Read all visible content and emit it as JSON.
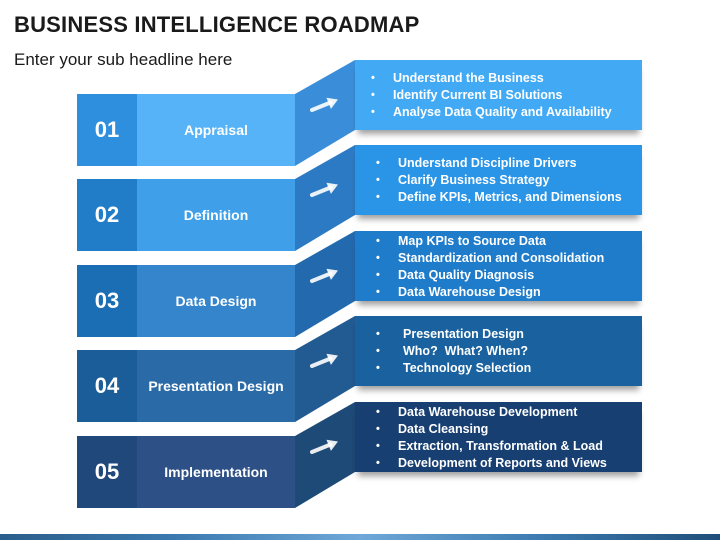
{
  "header": {
    "title": "BUSINESS INTELLIGENCE ROADMAP",
    "subtitle": "Enter your sub headline here"
  },
  "colors": {
    "num_boxes": [
      "#2d8fdd",
      "#217dc7",
      "#1b6eb4",
      "#1a5d99",
      "#20487a"
    ],
    "label_boxes": [
      "#56b3f7",
      "#3f9fe9",
      "#3485cc",
      "#2a6aa6",
      "#2d5186"
    ],
    "connectors": [
      "#3a8ed9",
      "#2d7ac4",
      "#2369ad",
      "#225a92",
      "#1e4a78"
    ],
    "bullet_boxes": [
      "#42aaf5",
      "#2a94e6",
      "#1e7ccb",
      "#19619f",
      "#173f72"
    ]
  },
  "steps": [
    {
      "number": "01",
      "label": "Appraisal",
      "icon": "arrow-icon",
      "bullets": [
        "Understand the Business",
        "Identify Current BI Solutions",
        "Analyse Data Quality and Availability"
      ]
    },
    {
      "number": "02",
      "label": "Definition",
      "icon": "arrow-icon",
      "bullets": [
        "Understand Discipline Drivers",
        "Clarify Business Strategy",
        "Define KPIs, Metrics, and Dimensions"
      ]
    },
    {
      "number": "03",
      "label": "Data Design",
      "icon": "arrow-icon",
      "bullets": [
        "Map KPIs to Source Data",
        "Standardization and Consolidation",
        "Data Quality Diagnosis",
        "Data Warehouse Design"
      ]
    },
    {
      "number": "04",
      "label": "Presentation Design",
      "icon": "arrow-icon",
      "bullets": [
        "Presentation Design",
        "Who?  What? When?",
        "Technology Selection"
      ]
    },
    {
      "number": "05",
      "label": "Implementation",
      "icon": "arrow-icon",
      "bullets": [
        "Data Warehouse Development",
        "Data Cleansing",
        "Extraction, Transformation & Load",
        "Development of Reports and Views"
      ]
    }
  ]
}
